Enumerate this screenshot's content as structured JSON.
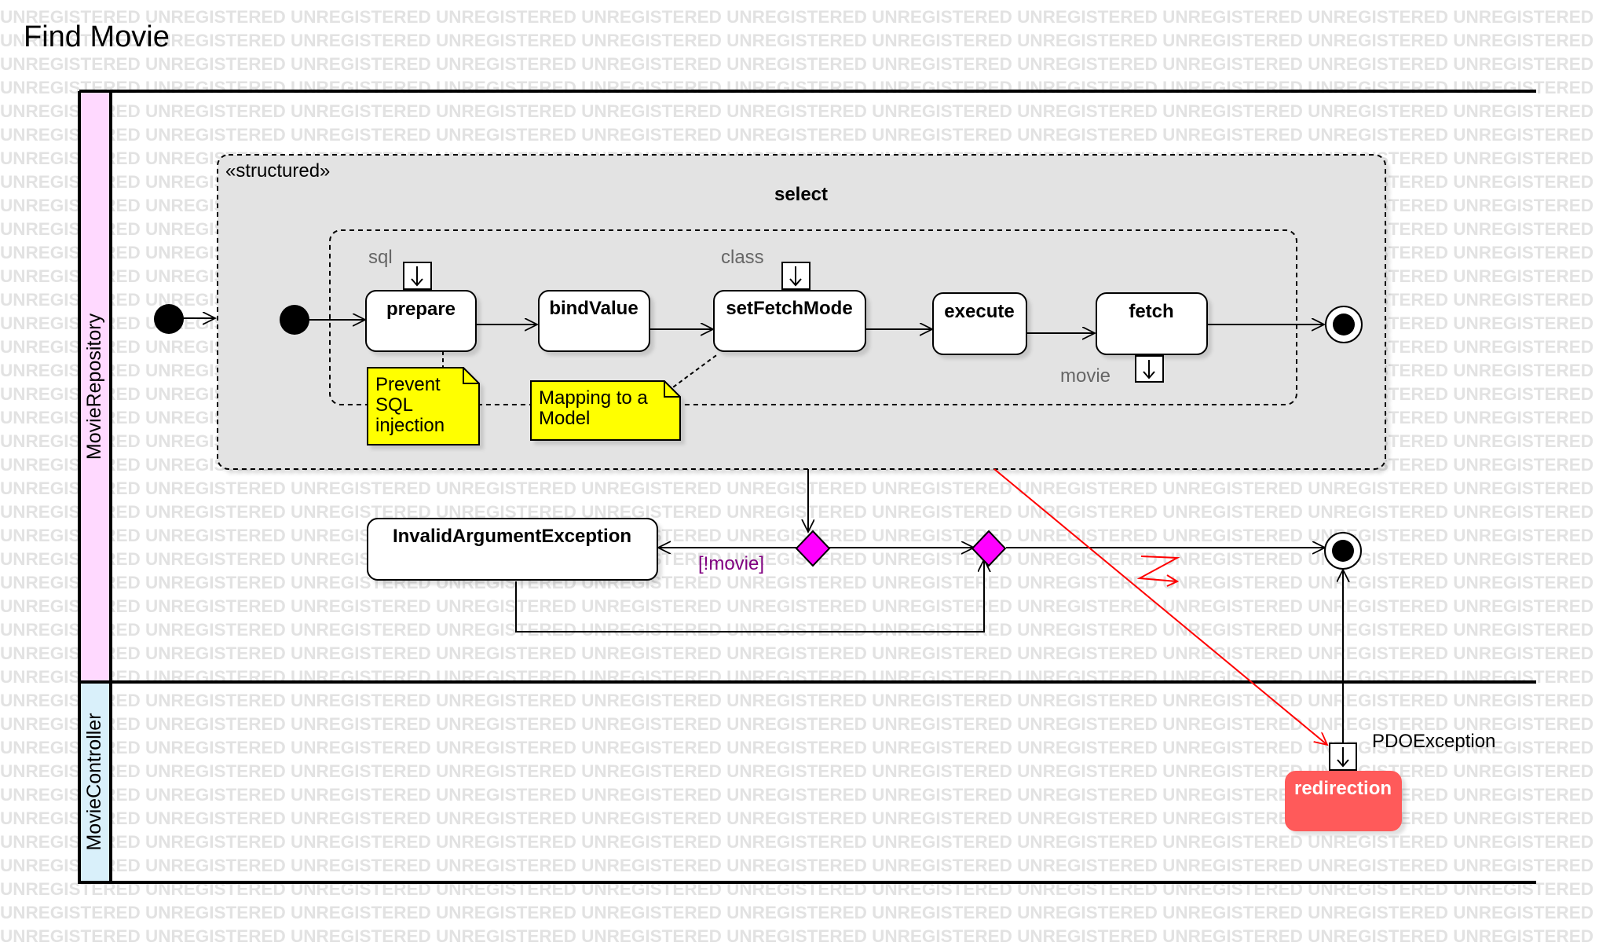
{
  "title": "Find Movie",
  "watermark": "UNREGISTERED",
  "lanes": {
    "repository": "MovieRepository",
    "controller": "MovieController"
  },
  "region": {
    "stereotype": "«structured»",
    "name": "select"
  },
  "actions": {
    "prepare": "prepare",
    "bind_value": "bindValue",
    "set_fetch_mode": "setFetchMode",
    "execute": "execute",
    "fetch": "fetch",
    "invalid_argument": "InvalidArgumentException",
    "redirection": "redirection"
  },
  "pins": {
    "sql": "sql",
    "class": "class",
    "movie": "movie",
    "pdo_exception": "PDOException"
  },
  "notes": {
    "prevent": [
      "Prevent",
      "SQL",
      "injection"
    ],
    "mapping": [
      "Mapping to a",
      "Model"
    ]
  },
  "guard": "[!movie]",
  "colors": {
    "repository_lane": "#ffd9ff",
    "controller_lane": "#d9f0fa",
    "region_fill": "#e3e3e3",
    "decision": "#ff00ff",
    "note": "#ffff00",
    "redirection": "#ff5a5a",
    "exception_flow": "#ff0000",
    "guard_text": "#800080"
  }
}
